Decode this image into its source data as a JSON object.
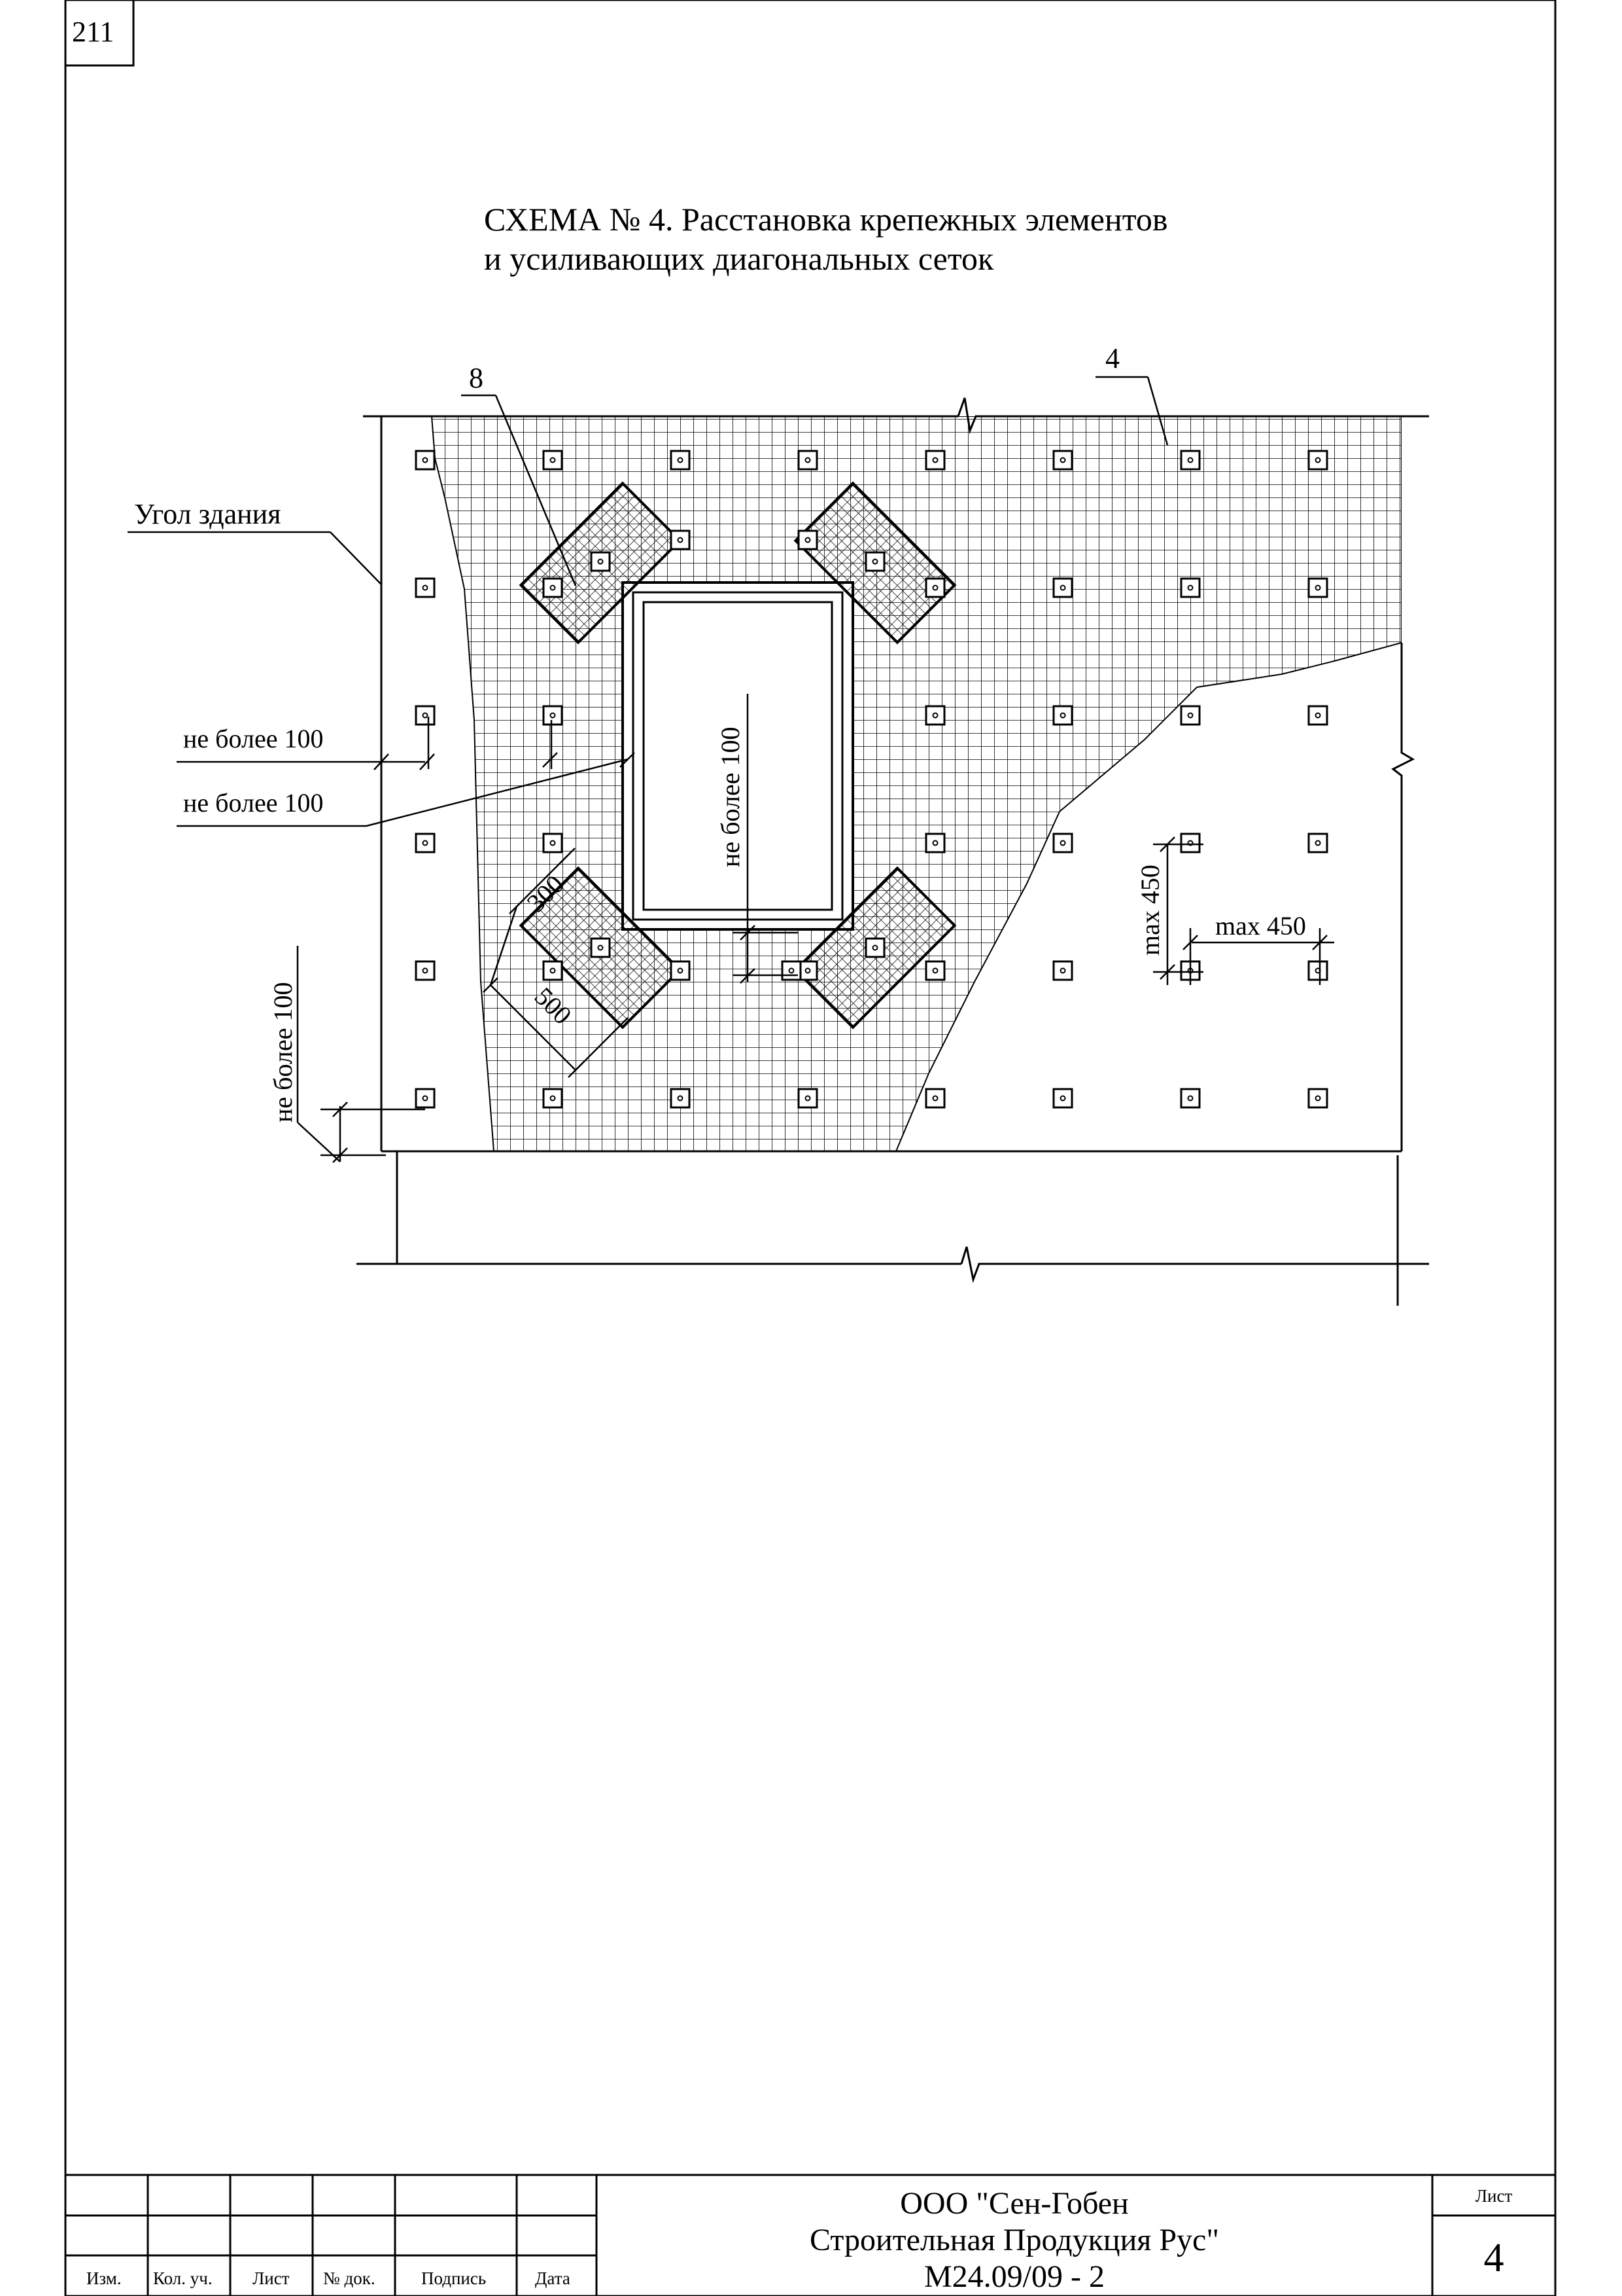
{
  "page_number": "211",
  "title": {
    "line1": "СХЕМА № 4. Расстановка крепежных элементов",
    "line2": "и усиливающих диагональных  сеток"
  },
  "diagram": {
    "callout_mesh_reinforce": "8",
    "callout_mesh_main": "4",
    "building_corner": "Угол здания",
    "dim_edge_1": "не более 100",
    "dim_edge_2": "не более 100",
    "dim_window": "не более 100",
    "dim_bottom": "не более 100",
    "dim_300": "300",
    "dim_500": "500",
    "dim_max_vertical": "max 450",
    "dim_max_horizontal": "max 450"
  },
  "title_block": {
    "headers": [
      "Изм.",
      "Кол. уч.",
      "Лист",
      "№ док.",
      "Подпись",
      "Дата"
    ],
    "org_line1": "ООО \"Сен-Гобен",
    "org_line2": "Строительная Продукция Рус\"",
    "doc_code": "М24.09/09 - 2",
    "sheet_label": "Лист",
    "sheet_number": "4"
  }
}
